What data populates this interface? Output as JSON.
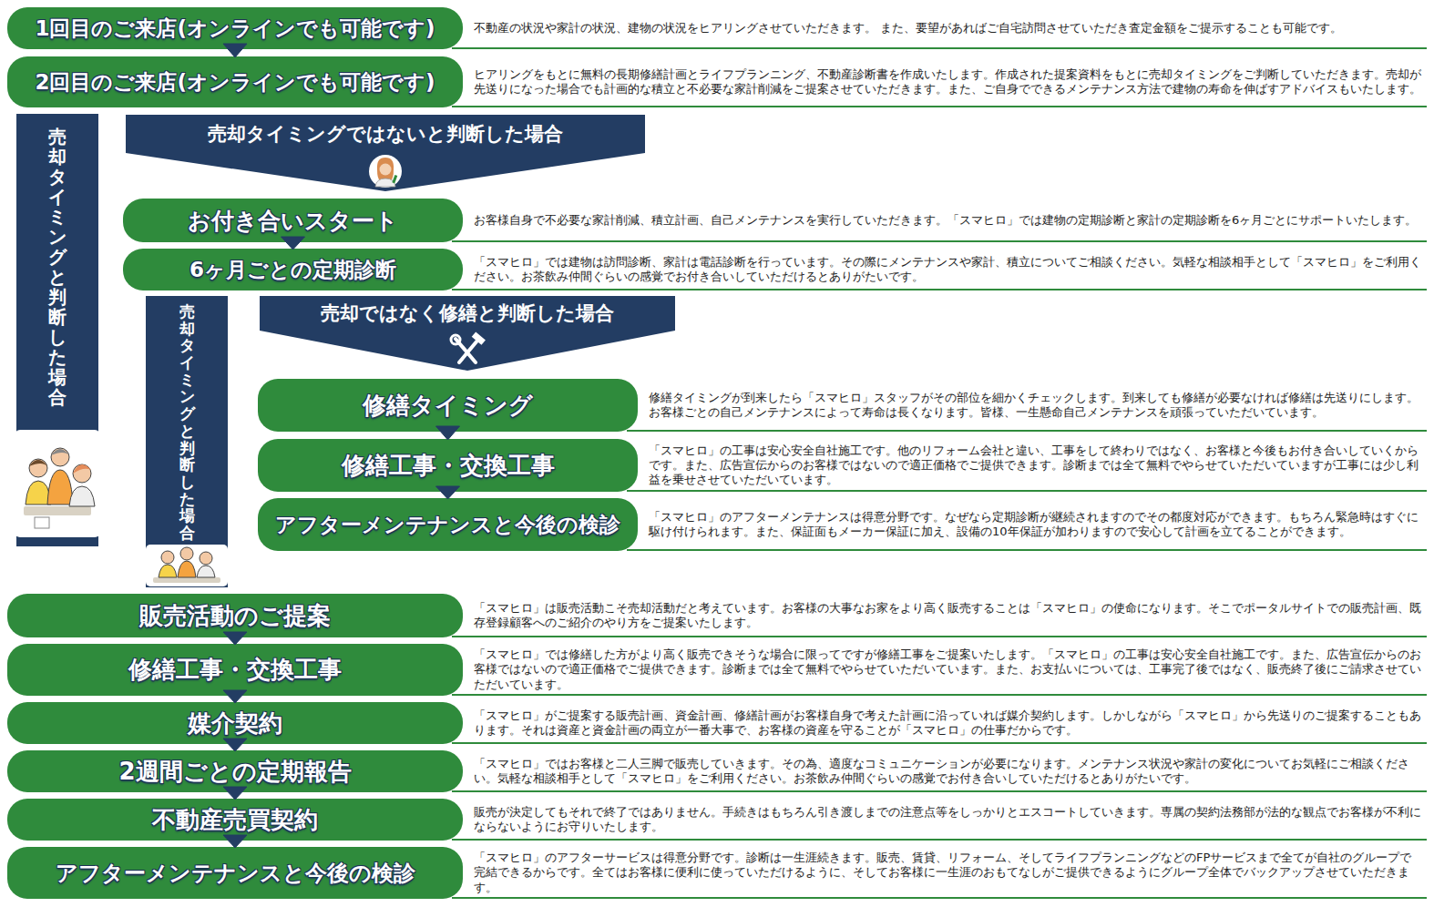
{
  "diagram": {
    "nodes": [
      {
        "text": [
          "1回目のご来店(オンラインでも可能です)",
          "不動産の状況や家計の状況、建物の状況をヒアリングさせていただきます。 また、要望があればご自宅訪問させていただき査定金額をご提示することも可能です。"
        ]
      },
      {
        "text": [
          "2回目のご来店(オンラインでも可能です)",
          "ヒアリングをもとに無料の長期修繕計画とライフプランニング、不動産診断書を作成いたします。作成された提案資料をもとに売却タイミングをご判断していただきます。売却が先送りになった場合でも計画的な積立と不必要な家計削減をご提案させていただきます。また、ご自身でできるメンテナンス方法で建物の寿命を伸ばすアドバイスもいたします。"
        ]
      },
      {
        "text": [
          "売却タイミングと判断した場合"
        ]
      },
      {
        "text": [
          "売却タイミングではないと判断した場合"
        ]
      },
      {
        "text": [
          "お付き合いスタート",
          "お客様自身で不必要な家計削減、積立計画、自己メンテナンスを実行していただきます。「スマヒロ」では建物の定期診断と家計の定期診断を6ヶ月ごとにサポートいたします。"
        ]
      },
      {
        "text": [
          "6ヶ月ごとの定期診断",
          "「スマヒロ」では建物は訪問診断、家計は電話診断を行っています。その際にメンテナンスや家計、積立についてご相談ください。気軽な相談相手として「スマヒロ」をご利用ください。お茶飲み仲間ぐらいの感覚でお付き合いしていただけるとありがたいです。"
        ]
      },
      {
        "text": [
          "売却タイミングと判断した場合"
        ]
      },
      {
        "text": [
          "売却ではなく修繕と判断した場合"
        ]
      },
      {
        "text": [
          "修繕タイミング",
          "修繕タイミングが到来したら「スマヒロ」スタッフがその部位を細かくチェックします。到来しても修繕が必要なければ修繕は先送りにします。お客様ごとの自己メンテナンスによって寿命は長くなります。皆様、一生懸命自己メンテナンスを頑張っていただいています。"
        ]
      },
      {
        "text": [
          "修繕工事・交換工事",
          "「スマヒロ」の工事は安心安全自社施工です。他のリフォーム会社と違い、工事をして終わりではなく、お客様と今後もお付き合いしていくからです。また、広告宣伝からのお客様ではないので適正価格でご提供できます。診断までは全て無料でやらせていただいていますが工事には少し利益を乗せさせていただいています。"
        ]
      },
      {
        "text": [
          "アフターメンテナンスと今後の検診",
          "「スマヒロ」のアフターメンテナンスは得意分野です。なぜなら定期診断が継続されますのでその都度対応ができます。もちろん緊急時はすぐに駆け付けられます。また、保証面もメーカー保証に加え、設備の10年保証が加わりますので安心して計画を立てることができます。"
        ]
      },
      {
        "text": [
          "販売活動のご提案",
          "「スマヒロ」は販売活動こそ売却活動だと考えています。お客様の大事なお家をより高く販売することは「スマヒロ」の使命になります。そこでポータルサイトでの販売計画、既存登録顧客へのご紹介のやり方をご提案いたします。"
        ]
      },
      {
        "text": [
          "修繕工事・交換工事",
          "「スマヒロ」では修繕した方がより高く販売できそうな場合に限ってですが修繕工事をご提案いたします。「スマヒロ」の工事は安心安全自社施工です。また、広告宣伝からのお客様ではないので適正価格でご提供できます。診断までは全て無料でやらせていただいています。また、お支払いについては、工事完了後ではなく、販売終了後にご請求させていただいています。"
        ]
      },
      {
        "text": [
          "媒介契約",
          "「スマヒロ」がご提案する販売計画、資金計画、修繕計画がお客様自身で考えた計画に沿っていれば媒介契約します。しかしながら「スマヒロ」から先送りのご提案することもあります。それは資産と資金計画の両立が一番大事で、お客様の資産を守ることが「スマヒロ」の仕事だからです。"
        ]
      },
      {
        "text": [
          "2週間ごとの定期報告",
          "「スマヒロ」ではお客様と二人三脚で販売していきます。その為、適度なコミュニケーションが必要になります。メンテナンス状況や家計の変化についてお気軽にご相談ください。気軽な相談相手として「スマヒロ」をご利用ください。お茶飲み仲間ぐらいの感覚でお付き合いしていただけるとありがたいです。"
        ]
      },
      {
        "text": [
          "不動産売買契約",
          "販売が決定してもそれで終了ではありません。手続きはもちろん引き渡しまでの注意点等をしっかりとエスコートしていきます。専属の契約法務部が法的な観点でお客様が不利にならないようにお守りいたします。"
        ]
      },
      {
        "text": [
          "アフターメンテナンスと今後の検診",
          "「スマヒロ」のアフターサービスは得意分野です。診断は一生涯続きます。販売、賃貸、リフォーム、そしてライフプランニングなどのFPサービスまで全てが自社のグループで完結できるからです。全てはお客様に便利に使っていただけるように、そしてお客様に一生涯のおもてなしがご提供できるようにグループ全体でバックアップさせていただきます。"
        ]
      }
    ],
    "edges": [
      {
        "from": 0,
        "to": 1,
        "arrow": "to"
      },
      {
        "from": 4,
        "to": 5,
        "arrow": "to"
      },
      {
        "from": 8,
        "to": 9,
        "arrow": "to"
      },
      {
        "from": 9,
        "to": 10,
        "arrow": "to"
      },
      {
        "from": 11,
        "to": 12,
        "arrow": "to"
      },
      {
        "from": 12,
        "to": 13,
        "arrow": "to"
      },
      {
        "from": 13,
        "to": 14,
        "arrow": "to"
      },
      {
        "from": 14,
        "to": 15,
        "arrow": "to"
      },
      {
        "from": 15,
        "to": 16,
        "arrow": "to"
      }
    ]
  }
}
